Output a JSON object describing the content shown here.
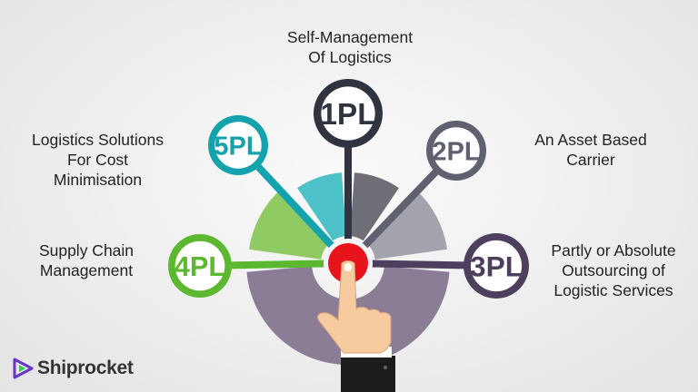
{
  "levels": [
    {
      "badge": "1PL",
      "description": "Self-Management Of Logistics",
      "color": "#2f3440"
    },
    {
      "badge": "2PL",
      "description": "An Asset Based Carrier",
      "color": "#5f6070"
    },
    {
      "badge": "3PL",
      "description": "Partly or Absolute Outsourcing of Logistic Services",
      "color": "#4e3f5e"
    },
    {
      "badge": "4PL",
      "description": "Supply Chain Management",
      "color": "#5cb82e"
    },
    {
      "badge": "5PL",
      "description": "Logistics Solutions For Cost Minimisation",
      "color": "#14a2ad"
    }
  ],
  "labels": {
    "l1a": "Self-Management",
    "l1b": "Of Logistics",
    "l2a": "An Asset Based",
    "l2b": "Carrier",
    "l3a": "Partly or Absolute",
    "l3b": "Outsourcing of",
    "l3c": "Logistic Services",
    "l4a": "Supply Chain",
    "l4b": "Management",
    "l5a": "Logistics Solutions",
    "l5b": "For Cost",
    "l5c": "Minimisation"
  },
  "brand": {
    "name": "Shiprocket",
    "color": "#6a35c9",
    "accent": "#2bd14b"
  },
  "center_button_color": "#e8141c"
}
